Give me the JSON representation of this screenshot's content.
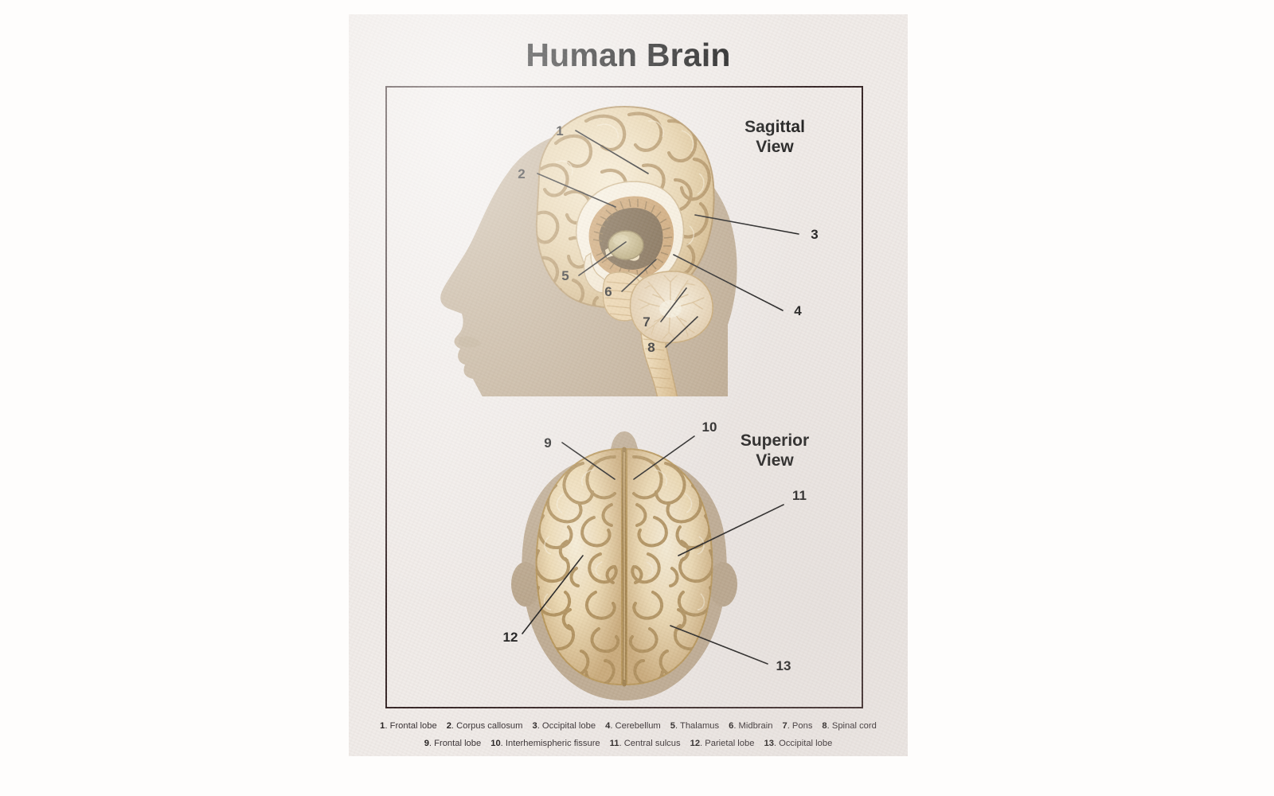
{
  "poster": {
    "title": "Human Brain",
    "views": {
      "sagittal": {
        "line1": "Sagittal",
        "line2": "View"
      },
      "superior": {
        "line1": "Superior",
        "line2": "View"
      }
    },
    "callouts_sagittal": [
      {
        "num": "1"
      },
      {
        "num": "2"
      },
      {
        "num": "3"
      },
      {
        "num": "4"
      },
      {
        "num": "5"
      },
      {
        "num": "6"
      },
      {
        "num": "7"
      },
      {
        "num": "8"
      }
    ],
    "callouts_superior": [
      {
        "num": "9"
      },
      {
        "num": "10"
      },
      {
        "num": "11"
      },
      {
        "num": "12"
      },
      {
        "num": "13"
      }
    ],
    "legend": {
      "row1": [
        {
          "num": "1",
          "label": ". Frontal lobe"
        },
        {
          "num": "2",
          "label": ". Corpus callosum"
        },
        {
          "num": "3",
          "label": ". Occipital lobe"
        },
        {
          "num": "4",
          "label": ". Cerebellum"
        },
        {
          "num": "5",
          "label": ". Thalamus"
        },
        {
          "num": "6",
          "label": ". Midbrain"
        },
        {
          "num": "7",
          "label": ". Pons"
        },
        {
          "num": "8",
          "label": ". Spinal cord"
        }
      ],
      "row2": [
        {
          "num": "9",
          "label": ". Frontal lobe"
        },
        {
          "num": "10",
          "label": ". Interhemispheric fissure"
        },
        {
          "num": "11",
          "label": ". Central sulcus"
        },
        {
          "num": "12",
          "label": ". Parietal lobe"
        },
        {
          "num": "13",
          "label": ". Occipital lobe"
        }
      ]
    },
    "colors": {
      "paper": "#EFEAE7",
      "frame": "#2B1A1A",
      "head_silhouette": "#BCA88D",
      "cortex_light": "#F0DFBC",
      "cortex_mid": "#D9BC8C",
      "cortex_dark": "#B3905C",
      "sulcus": "#8A6B3E",
      "corpus_callosum_dark": "#6B5435",
      "thalamus": "#BFAE7C",
      "brainstem": "#E8CFA2",
      "text": "#111111"
    }
  }
}
